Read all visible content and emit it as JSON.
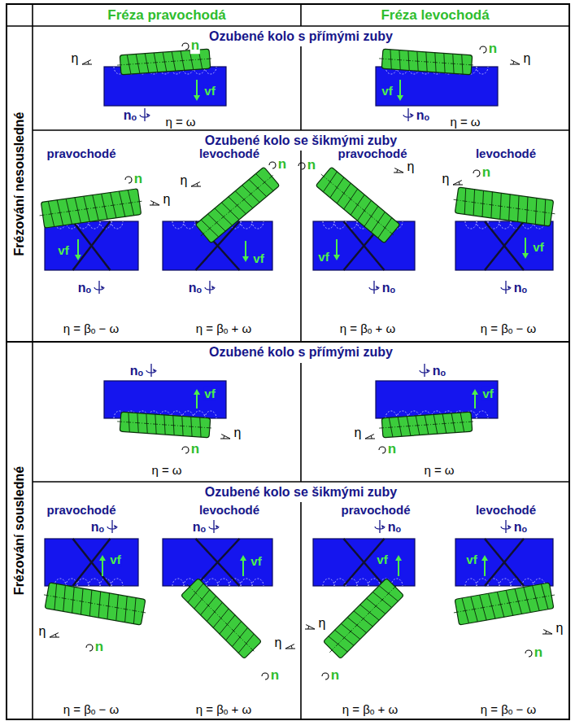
{
  "diagram": {
    "nodes": [
      {
        "text": [
          "Fréza pravochodá"
        ]
      },
      {
        "text": [
          "Fréza levochodá"
        ]
      },
      {
        "text": [
          "Frézování nesousledné"
        ]
      },
      {
        "text": [
          "Ozubené kolo s přímými zuby"
        ],
        "in": 2
      },
      {
        "text": [
          "vf"
        ],
        "in": 3
      },
      {
        "text": [
          "vf"
        ],
        "in": 3
      },
      {
        "text": [
          "Ozubené kolo se šikmými zuby"
        ],
        "in": 2
      },
      {
        "text": [
          "vf"
        ],
        "in": 6
      },
      {
        "text": [
          "vf"
        ],
        "in": 6
      },
      {
        "text": [
          "vf"
        ],
        "in": 6
      },
      {
        "text": [
          "vf"
        ],
        "in": 6
      },
      {
        "text": [
          "Frézování sousledné"
        ]
      },
      {
        "text": [
          "Ozubené kolo s přímými zuby"
        ],
        "in": 11
      },
      {
        "text": [
          "vf"
        ],
        "in": 12
      },
      {
        "text": [
          "vf"
        ],
        "in": 12
      },
      {
        "text": [
          "Ozubené kolo se šikmými zuby"
        ],
        "in": 11
      },
      {
        "text": [
          "vf"
        ],
        "in": 15
      },
      {
        "text": [
          "vf"
        ],
        "in": 15
      },
      {
        "text": [
          "vf"
        ],
        "in": 15
      },
      {
        "text": [
          "vf"
        ],
        "in": 15
      }
    ],
    "labels": [
      "n",
      "η",
      "nₒ",
      "η = ω",
      "n",
      "η",
      "nₒ",
      "η = ω",
      "pravochodé",
      "levochodé",
      "pravochodé",
      "levochodé",
      "n",
      "η",
      "nₒ",
      "η = βₒ − ω",
      "n",
      "η",
      "nₒ",
      "η = βₒ + ω",
      "n",
      "η",
      "nₒ",
      "η = βₒ + ω",
      "n",
      "η",
      "nₒ",
      "η = βₒ − ω",
      "n",
      "η",
      "nₒ",
      "η = ω",
      "n",
      "η",
      "nₒ",
      "η = ω",
      "pravochodé",
      "levochodé",
      "pravochodé",
      "levochodé",
      "n",
      "η",
      "nₒ",
      "η = βₒ − ω",
      "n",
      "η",
      "nₒ",
      "η = βₒ + ω",
      "n",
      "η",
      "nₒ",
      "η = βₒ + ω",
      "n",
      "η",
      "nₒ",
      "η = βₒ − ω"
    ]
  }
}
